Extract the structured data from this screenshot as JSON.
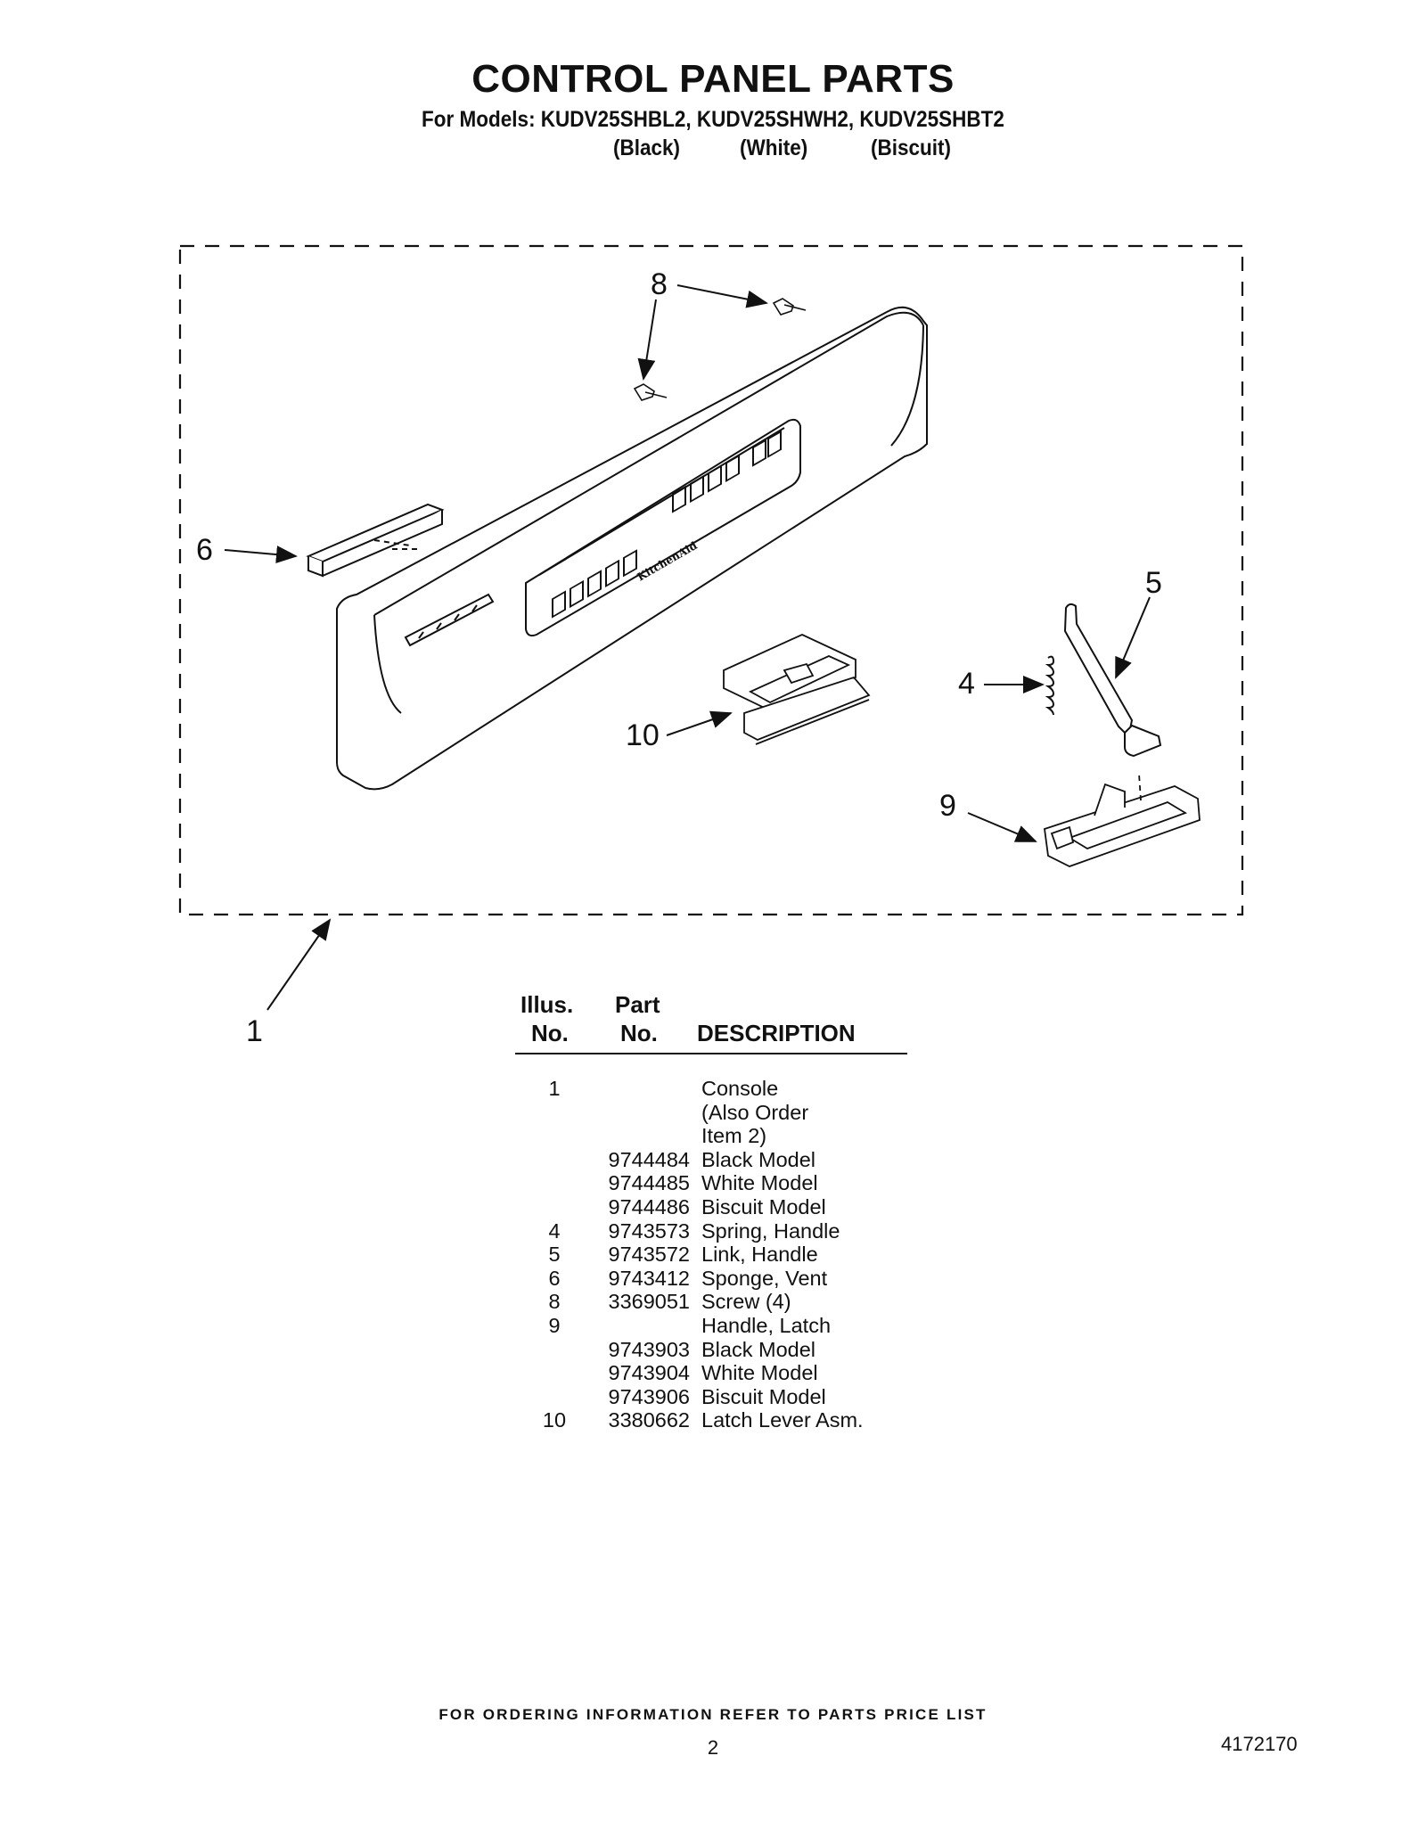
{
  "header": {
    "title": "CONTROL PANEL PARTS",
    "models_line": "For Models: KUDV25SHBL2, KUDV25SHWH2, KUDV25SHBT2",
    "variants": [
      "(Black)",
      "(White)",
      "(Biscuit)"
    ]
  },
  "diagram": {
    "callouts": [
      "8",
      "6",
      "5",
      "4",
      "10",
      "9",
      "1"
    ],
    "panel_brand": "KitchenAid"
  },
  "table": {
    "headers": {
      "illus_top": "Illus.",
      "illus_bottom": "No.",
      "part_top": "Part",
      "part_bottom": "No.",
      "description": "DESCRIPTION"
    },
    "rows": [
      {
        "illus": "1",
        "part": "",
        "desc": "Console"
      },
      {
        "illus": "",
        "part": "",
        "desc": "(Also Order"
      },
      {
        "illus": "",
        "part": "",
        "desc": "Item 2)"
      },
      {
        "illus": "",
        "part": "9744484",
        "desc": "Black Model"
      },
      {
        "illus": "",
        "part": "9744485",
        "desc": "White Model"
      },
      {
        "illus": "",
        "part": "9744486",
        "desc": "Biscuit Model"
      },
      {
        "illus": "4",
        "part": "9743573",
        "desc": "Spring, Handle"
      },
      {
        "illus": "5",
        "part": "9743572",
        "desc": "Link, Handle"
      },
      {
        "illus": "6",
        "part": "9743412",
        "desc": "Sponge, Vent"
      },
      {
        "illus": "8",
        "part": "3369051",
        "desc": "Screw (4)"
      },
      {
        "illus": "9",
        "part": "",
        "desc": "Handle, Latch"
      },
      {
        "illus": "",
        "part": "9743903",
        "desc": "Black Model"
      },
      {
        "illus": "",
        "part": "9743904",
        "desc": "White Model"
      },
      {
        "illus": "",
        "part": "9743906",
        "desc": "Biscuit Model"
      },
      {
        "illus": "10",
        "part": "3380662",
        "desc": "Latch Lever Asm."
      }
    ]
  },
  "footer": {
    "ordering_note": "FOR ORDERING INFORMATION REFER TO PARTS PRICE LIST",
    "page_number": "2",
    "document_number": "4172170"
  }
}
